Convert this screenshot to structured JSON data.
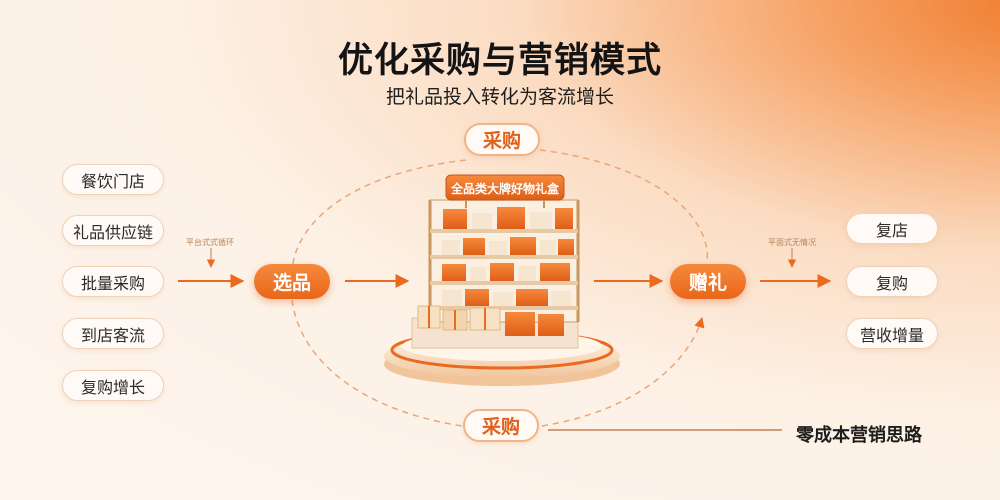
{
  "title": "优化采购与营销模式",
  "subtitle": "把礼品投入转化为客流增长",
  "left_items": [
    "餐饮门店",
    "礼品供应链",
    "批量采购",
    "到店客流",
    "复购增长"
  ],
  "right_items": [
    "复店",
    "复购",
    "营收增量"
  ],
  "nodes": {
    "top_purchase": "采购",
    "select": "选品",
    "gift": "赠礼",
    "bottom_purchase": "采购"
  },
  "hints": {
    "left": "平台式式循环",
    "right": "平面式无情况"
  },
  "shelf_sign": "全品类大牌好物礼盒",
  "slogan": "零成本营销思路",
  "colors": {
    "accent": "#eb6a1f",
    "accent_light": "#f68a3c",
    "dashed": "#e9a679",
    "text_dark": "#141414"
  }
}
